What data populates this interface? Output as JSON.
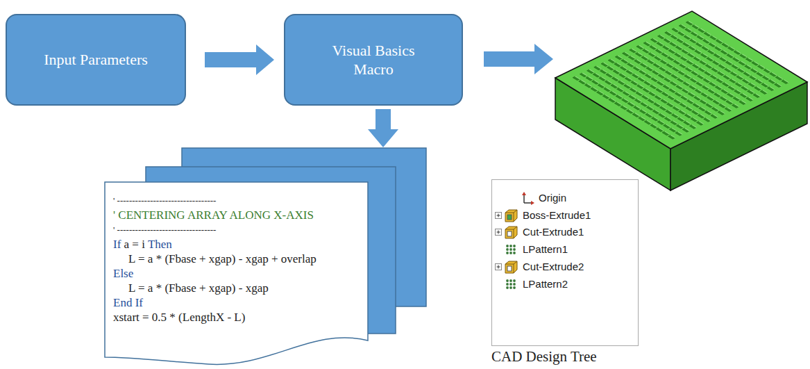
{
  "diagram": {
    "nodes": [
      {
        "text": [
          "Input Parameters"
        ]
      },
      {
        "text": [
          "Visual Basics Macro"
        ]
      },
      {
        "text": [
          "' ---------------------------------",
          "' CENTERING ARRAY ALONG X-AXIS",
          "' ---------------------------------",
          "If a = i Then",
          "L = a * (Fbase + xgap) - xgap + overlap",
          "Else",
          "L = a * (Fbase + xgap) - xgap",
          "End If",
          "xstart = 0.5 * (LengthX - L)"
        ]
      },
      {
        "text": [
          "Origin",
          "Boss-Extrude1",
          "Cut-Extrude1",
          "LPattern1",
          "Cut-Extrude2",
          "LPattern2",
          "CAD Design Tree"
        ]
      }
    ],
    "edges": [
      {
        "from": 0,
        "to": 1,
        "arrow": "to"
      },
      {
        "from": 1,
        "to": 2,
        "arrow": "to"
      }
    ]
  }
}
